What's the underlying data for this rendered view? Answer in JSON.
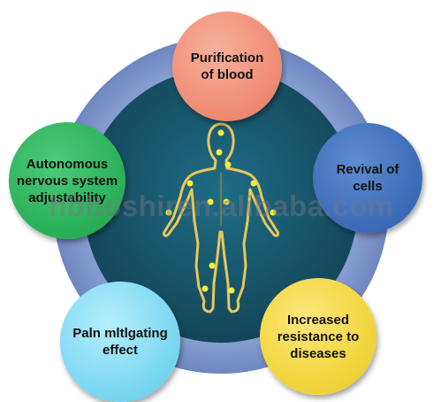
{
  "diagram": {
    "nodes": [
      {
        "id": "purification",
        "label": "Purification\nof blood",
        "color": "#f29a82"
      },
      {
        "id": "revival",
        "label": "Revival of\ncells",
        "color": "#4472bd"
      },
      {
        "id": "resistance",
        "label": "Increased\nresistance to\ndiseases",
        "color": "#f1d545"
      },
      {
        "id": "pain",
        "label": "Paln mltlgating\neffect",
        "color": "#86dcf3"
      },
      {
        "id": "autonomous",
        "label": "Autonomous\nnervous system\nadjustability",
        "color": "#2db35b"
      }
    ],
    "ring_colors": {
      "outer": "#7f95c9",
      "inner": "#1b5870",
      "figure_outline": "#e8c75a",
      "figure_dots": "#f4ef3a"
    }
  },
  "watermark": "hbboshiren.alibaba.com"
}
